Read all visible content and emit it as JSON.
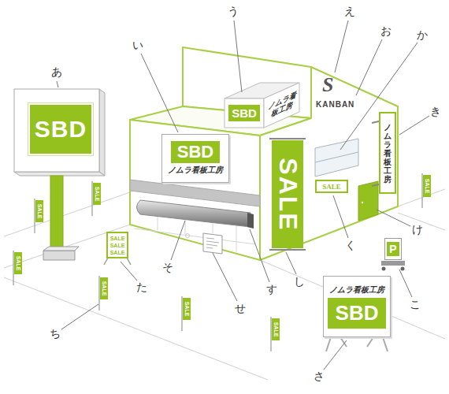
{
  "diagram": {
    "nodes": [
      {
        "text": [
          "SBD"
        ]
      },
      {
        "text": [
          "SBD",
          "ノムラ看板工房"
        ]
      },
      {
        "text": [
          "SBD"
        ]
      },
      {
        "text": [
          "ノムラ看板工房"
        ]
      },
      {
        "text": [
          "SALE"
        ]
      },
      {
        "text": [
          "ノムラ看板工房"
        ]
      },
      {
        "text": [
          "SALE"
        ]
      },
      {
        "text": [
          "P"
        ]
      },
      {
        "text": [
          "ノムラ看板工房",
          "SBD"
        ]
      },
      {
        "text": [
          "SALE",
          "SALE",
          "SALE"
        ]
      },
      {
        "text": [
          "SALE"
        ]
      },
      {
        "text": [
          "SALE"
        ]
      },
      {
        "text": [
          "SALE"
        ]
      },
      {
        "text": [
          "SALE"
        ]
      },
      {
        "text": [
          "SALE"
        ]
      },
      {
        "text": [
          "SALE"
        ]
      },
      {
        "text": [
          "SALE"
        ]
      }
    ],
    "labels": [
      "あ",
      "い",
      "う",
      "え",
      "お",
      "か",
      "き",
      "く",
      "け",
      "こ",
      "さ",
      "し",
      "す",
      "せ",
      "そ",
      "た",
      "ち",
      "S",
      "KANBAN"
    ]
  }
}
